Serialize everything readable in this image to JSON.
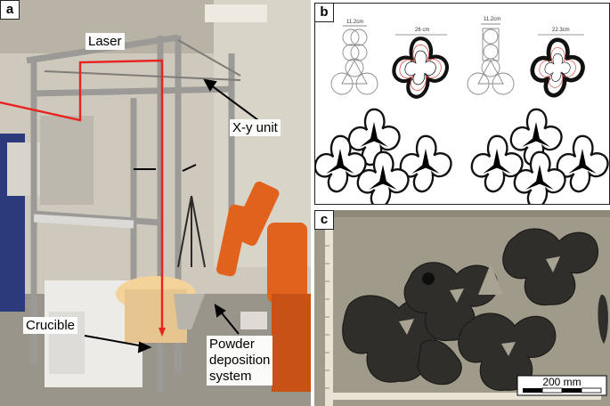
{
  "panels": {
    "a": {
      "letter": "a",
      "labels": {
        "laser": "Laser",
        "xy_unit": "X-y unit",
        "crucible": "Crucible",
        "powder_deposition": [
          "Powder",
          "deposition",
          "system"
        ]
      }
    },
    "b": {
      "letter": "b",
      "dimensions": [
        "11.2cm",
        "26 cm",
        "11.2cm",
        "22.3cm"
      ]
    },
    "c": {
      "letter": "c",
      "scale_bar": "200 mm"
    }
  },
  "colors": {
    "laser_beam": "#e8231f",
    "robot_arm": "#e0621c",
    "tile_fill": "#111111",
    "toolpath": "#e0584f"
  }
}
